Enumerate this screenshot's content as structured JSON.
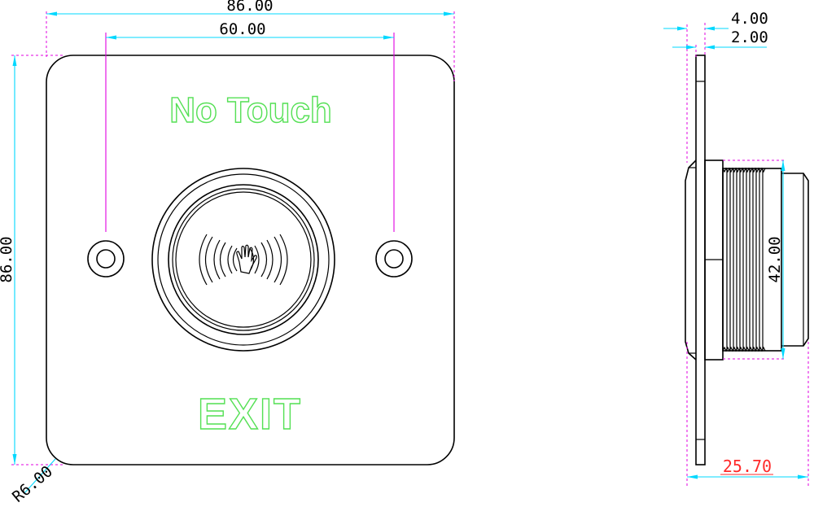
{
  "front_view": {
    "top_label": "No Touch",
    "bottom_label": "EXIT",
    "width_dim": "86.00",
    "hole_spacing_dim": "60.00",
    "height_dim": "86.00",
    "corner_radius_dim": "R6.00"
  },
  "side_view": {
    "plate_thickness_dim": "4.00",
    "flange_dim": "2.00",
    "thread_diameter_dim": "42.00",
    "depth_dim": "25.70"
  },
  "colors": {
    "outline": "#000000",
    "dimension_line": "#00d8ff",
    "extension_line": "#e000e0",
    "label_text": "#55e055",
    "depth_text": "#ff2a2a"
  }
}
